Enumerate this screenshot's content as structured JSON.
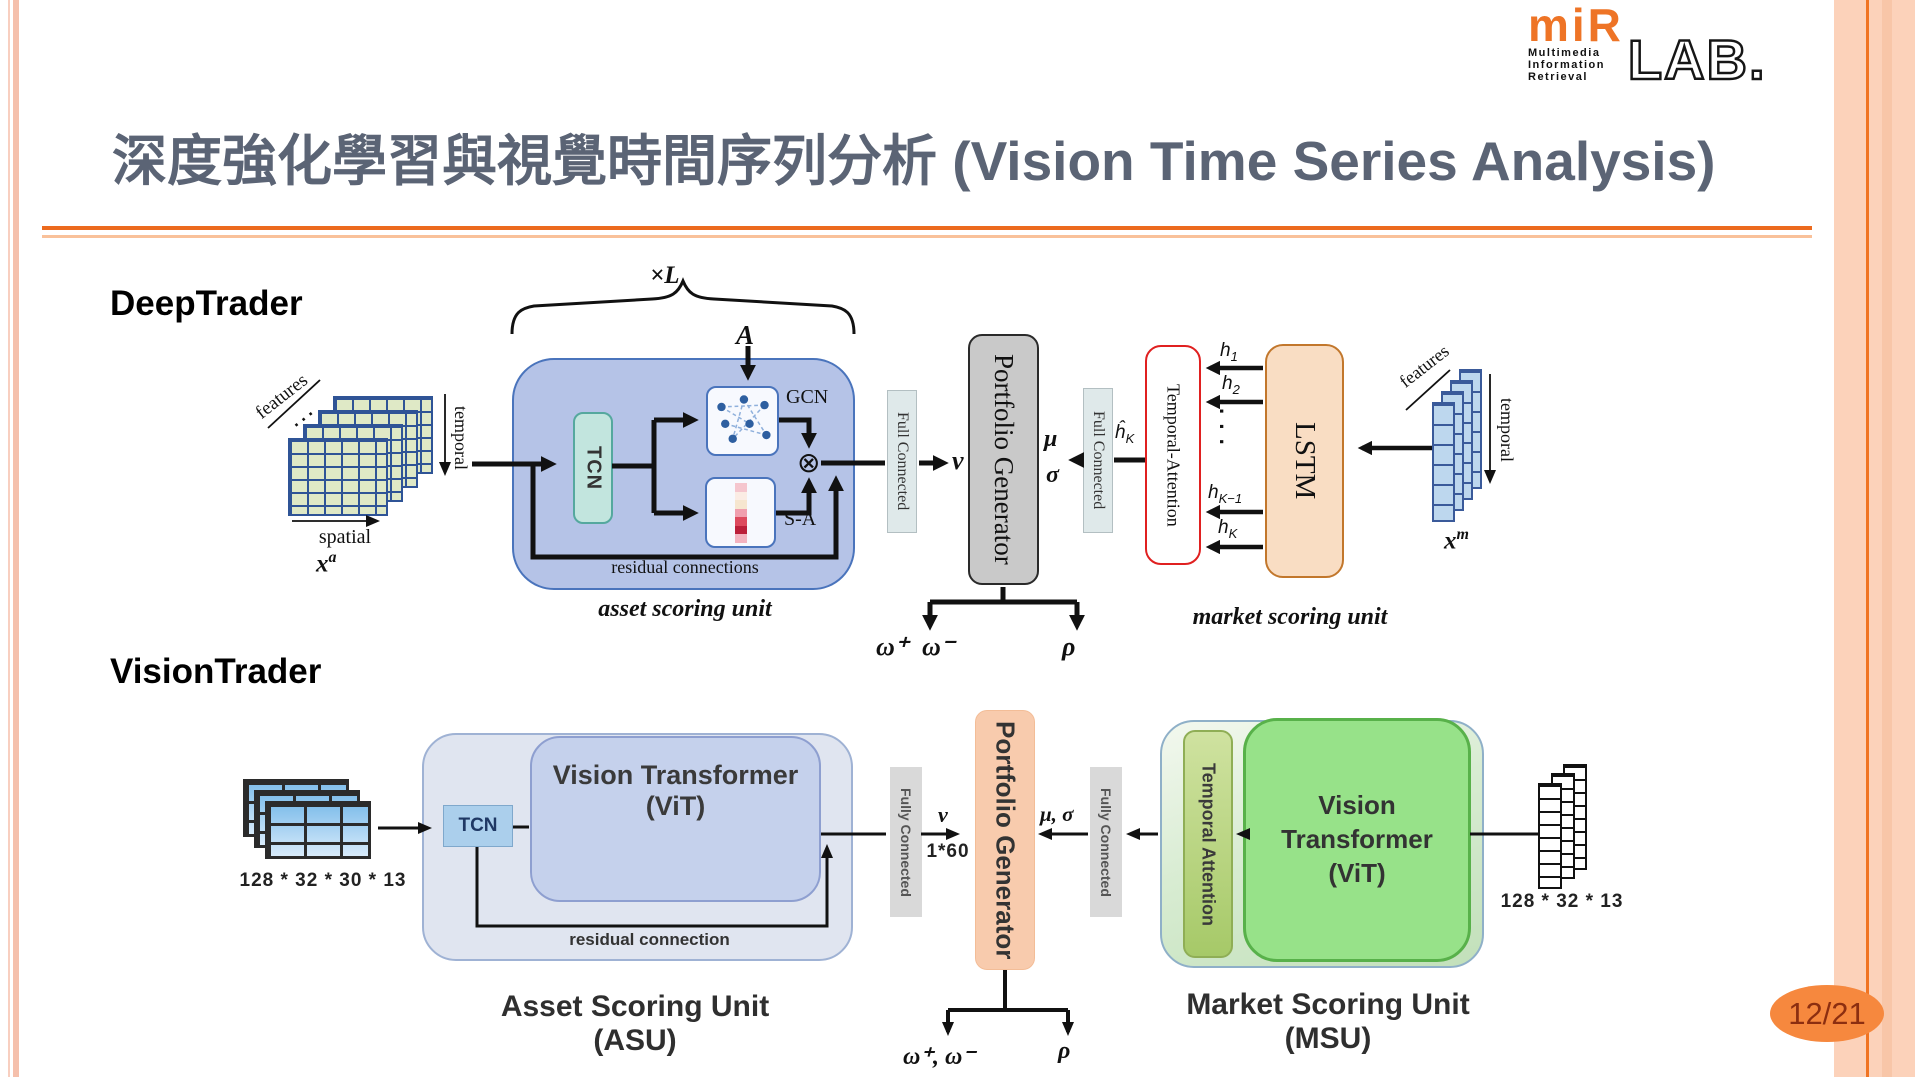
{
  "logo": {
    "mir": "miR",
    "sub_lines": [
      "Multimedia",
      "Information",
      "Retrieval"
    ],
    "lab": "LAB."
  },
  "title": "深度強化學習與視覺時間序列分析 (Vision Time Series Analysis)",
  "page_badge": "12/21",
  "deeptrader": {
    "heading": "DeepTrader",
    "input": {
      "features": "features",
      "dots": "···",
      "temporal": "temporal",
      "spatial": "spatial",
      "tensor": {
        "base": "x",
        "sup": "a"
      }
    },
    "asu": {
      "loop": "×L",
      "adj": "A",
      "tcn": "TCN",
      "gcn": "GCN",
      "sa": "S-A",
      "otimes": "⊗",
      "residual": "residual connections",
      "caption": "asset scoring unit"
    },
    "fc_left": "Full Connected",
    "v": "v",
    "pg": "Portfolio Generator",
    "mu": "μ",
    "sigma": "σ",
    "fc_right": "Full Connected",
    "h_hat": {
      "base": "ĥ",
      "sub": "K"
    },
    "ta": "Temporal-Attention",
    "h_labels": [
      {
        "base": "h",
        "sub": "1"
      },
      {
        "base": "h",
        "sub": "2"
      },
      {
        "base": "h",
        "sub": "K−1"
      },
      {
        "base": "h",
        "sub": "K"
      }
    ],
    "vdots": "···",
    "lstm": "LSTM",
    "market_input": {
      "features": "features",
      "temporal": "temporal",
      "tensor": {
        "base": "x",
        "sup": "m"
      }
    },
    "msu_caption": "market scoring unit",
    "out": {
      "omega_plus": "ω⁺",
      "omega_minus": "ω⁻",
      "rho": "ρ"
    }
  },
  "visiontrader": {
    "heading": "VisionTrader",
    "input_dims": "128 * 32 * 30 * 13",
    "asu": {
      "tcn": "TCN",
      "vit_line1": "Vision Transformer",
      "vit_line2": "(ViT)",
      "residual": "residual connection",
      "caption": "Asset Scoring Unit (ASU)"
    },
    "fc_left": "Fully Connected",
    "nu": "ν",
    "nu_dim": "1*60",
    "pg": "Portfolio Generator",
    "mu_sigma": "μ, σ",
    "fc_right": "Fully Connected",
    "msu": {
      "ta": "Temporal Attention",
      "vit_line1": "Vision",
      "vit_line2": "Transformer",
      "vit_line3": "(ViT)",
      "caption": "Market Scoring Unit (MSU)"
    },
    "market_dims": "128 * 32 * 13",
    "out": {
      "omega": "ω⁺, ω⁻",
      "rho": "ρ"
    }
  },
  "colors": {
    "accent_orange": "#ec6a1e",
    "side_band": "#fcd2ba",
    "title_text": "#5b6475",
    "asu_blue": "#b5c3e7",
    "tcn_teal": "#c2e5de",
    "pg_gray": "#c9c9c9",
    "lstm_peach": "#f9ddc3",
    "ta_border_red": "#e02020",
    "pg_peach": "#f8cbad",
    "msu_green": "#97e289",
    "ta_green": "#a6c968",
    "page_badge": "#f6883e",
    "sa_heatmap": [
      "#f5c6ce",
      "#fbece4",
      "#f6e6cf",
      "#f09fae",
      "#dd4a5e",
      "#bb1f3a",
      "#f3b3c0"
    ]
  }
}
